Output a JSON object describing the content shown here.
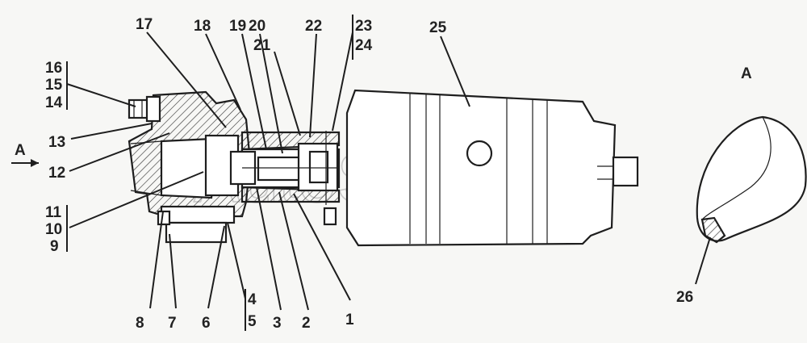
{
  "callouts": [
    "16",
    "15",
    "14",
    "13",
    "12",
    "11",
    "10",
    "9",
    "17",
    "18",
    "19",
    "20",
    "21",
    "22",
    "23",
    "24",
    "25",
    "8",
    "7",
    "6",
    "4",
    "5",
    "3",
    "2",
    "1",
    "26"
  ],
  "arrow_label": "A",
  "view_label": "A",
  "watermark": "AutoSoft"
}
